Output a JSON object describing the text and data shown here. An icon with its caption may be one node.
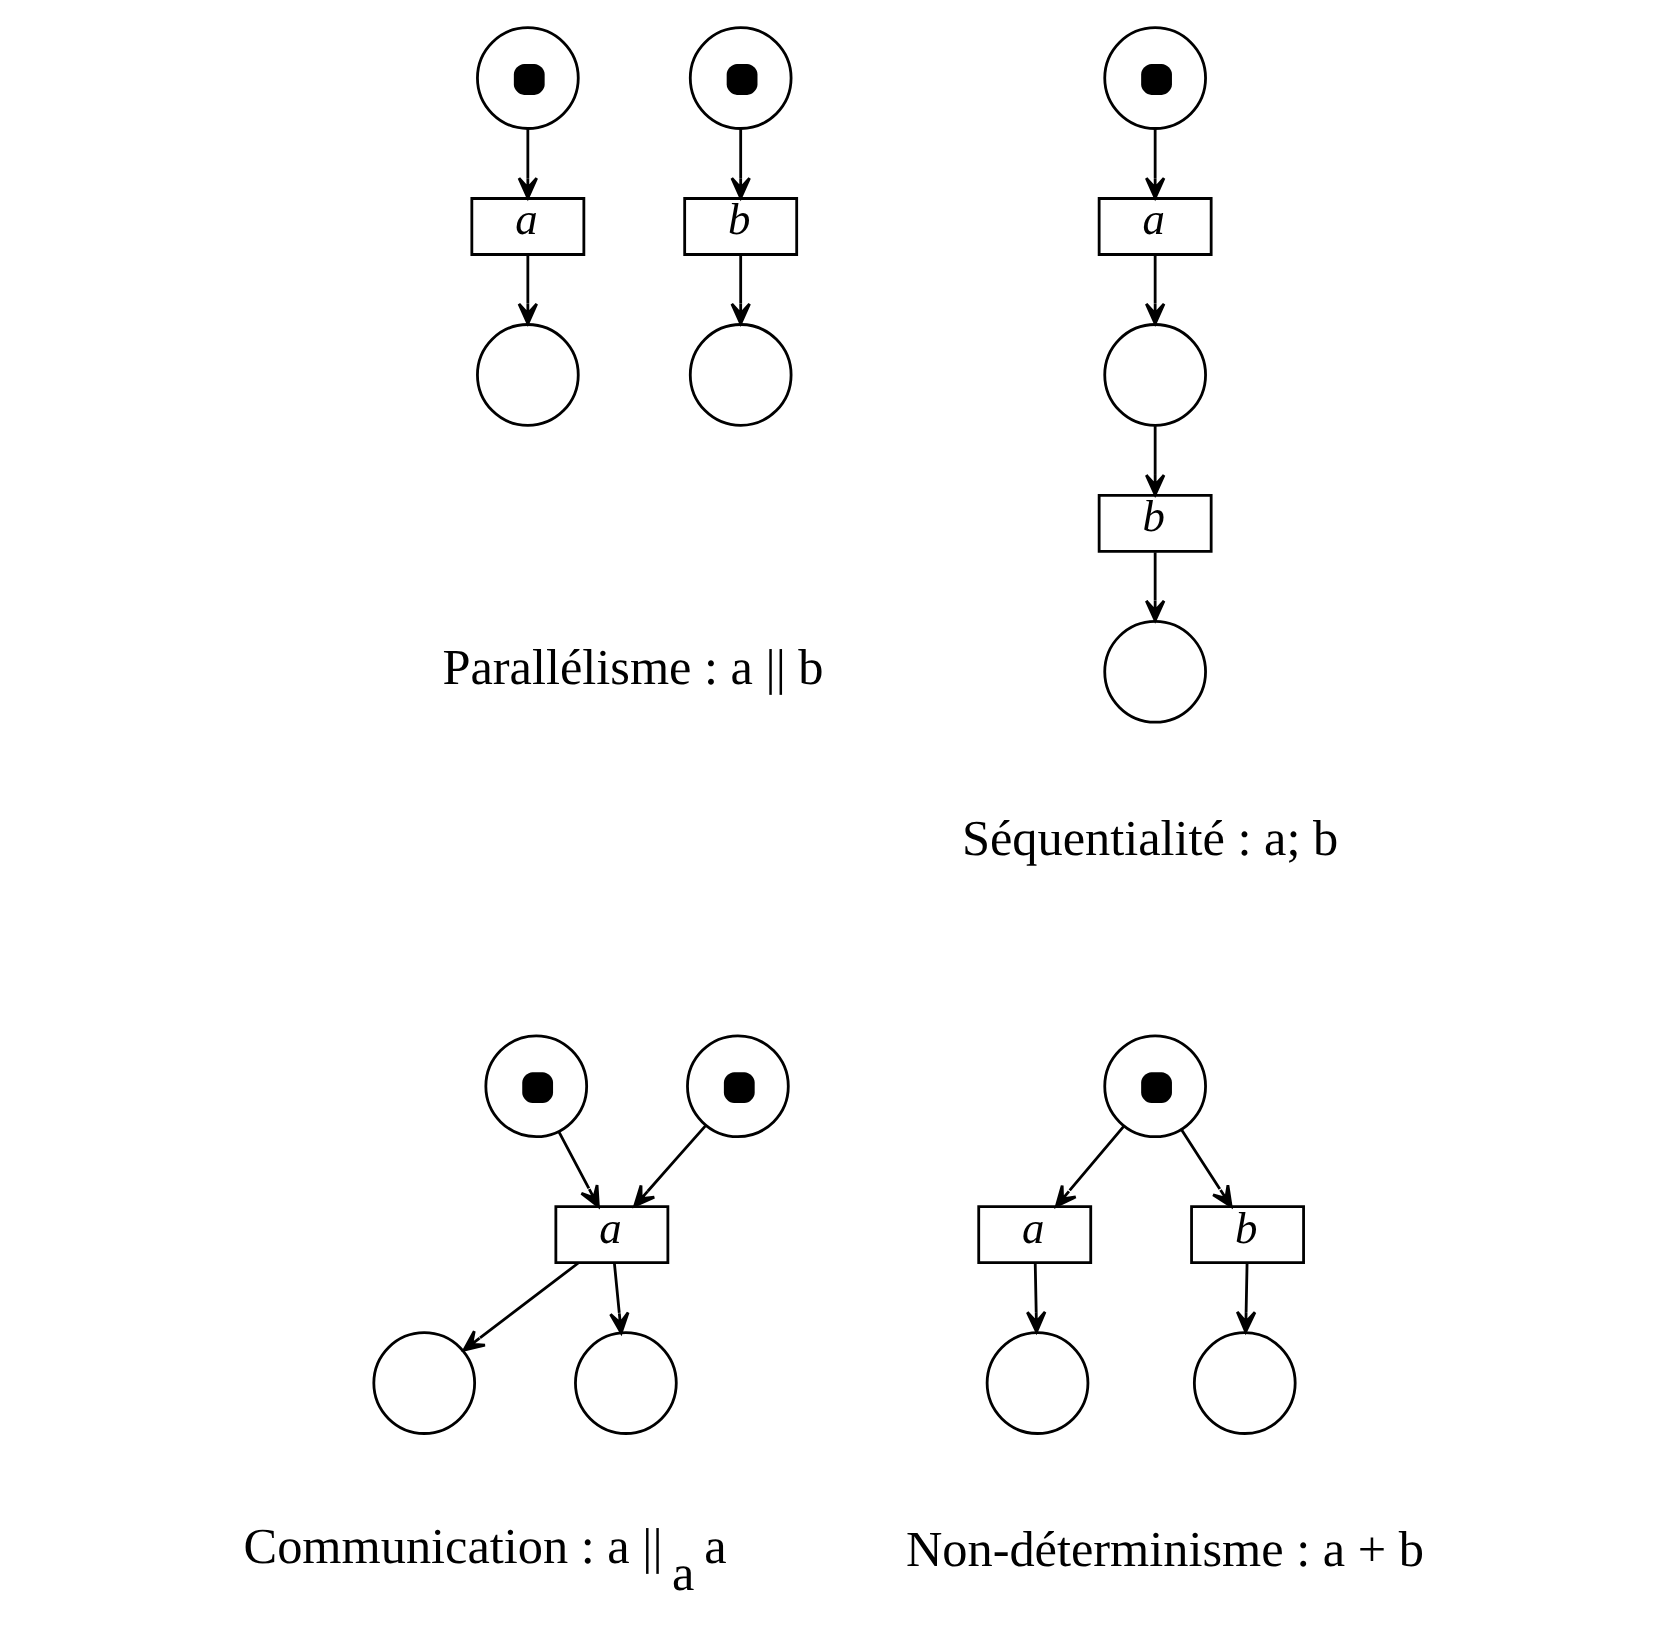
{
  "diagram": {
    "nodes": [
      {
        "text": [],
        "shape": "token"
      },
      {
        "text": [],
        "shape": "token"
      },
      {
        "text": [
          "a"
        ]
      },
      {
        "text": [
          "b"
        ]
      },
      {
        "text": [],
        "shape": "circle"
      },
      {
        "text": [],
        "shape": "circle"
      },
      {
        "text": [],
        "shape": "token"
      },
      {
        "text": [
          "a"
        ]
      },
      {
        "text": [],
        "shape": "circle"
      },
      {
        "text": [
          "b"
        ]
      },
      {
        "text": [],
        "shape": "circle"
      },
      {
        "text": [],
        "shape": "token"
      },
      {
        "text": [],
        "shape": "token"
      },
      {
        "text": [
          "a"
        ]
      },
      {
        "text": [],
        "shape": "circle"
      },
      {
        "text": [],
        "shape": "circle"
      },
      {
        "text": [],
        "shape": "token"
      },
      {
        "text": [
          "a"
        ]
      },
      {
        "text": [
          "b"
        ]
      },
      {
        "text": [],
        "shape": "circle"
      },
      {
        "text": [],
        "shape": "circle"
      }
    ],
    "edges": [
      {
        "from": 0,
        "to": 2,
        "arrow": "to"
      },
      {
        "from": 2,
        "to": 4,
        "arrow": "to"
      },
      {
        "from": 1,
        "to": 3,
        "arrow": "to"
      },
      {
        "from": 3,
        "to": 5,
        "arrow": "to"
      },
      {
        "from": 6,
        "to": 7,
        "arrow": "to"
      },
      {
        "from": 7,
        "to": 8,
        "arrow": "to"
      },
      {
        "from": 8,
        "to": 9,
        "arrow": "to"
      },
      {
        "from": 9,
        "to": 10,
        "arrow": "to"
      },
      {
        "from": 11,
        "to": 13,
        "arrow": "to"
      },
      {
        "from": 12,
        "to": 13,
        "arrow": "to"
      },
      {
        "from": 13,
        "to": 14,
        "arrow": "to"
      },
      {
        "from": 13,
        "to": 15,
        "arrow": "to"
      },
      {
        "from": 16,
        "to": 17,
        "arrow": "to"
      },
      {
        "from": 16,
        "to": 18,
        "arrow": "to"
      },
      {
        "from": 17,
        "to": 19,
        "arrow": "to"
      },
      {
        "from": 18,
        "to": 20,
        "arrow": "to"
      }
    ],
    "labels": [
      "Parallélisme : a || b",
      "Séquentialité : a; b",
      "Communication : a ||$_{a}$ a",
      "Non-déterminisme : a + b"
    ]
  }
}
